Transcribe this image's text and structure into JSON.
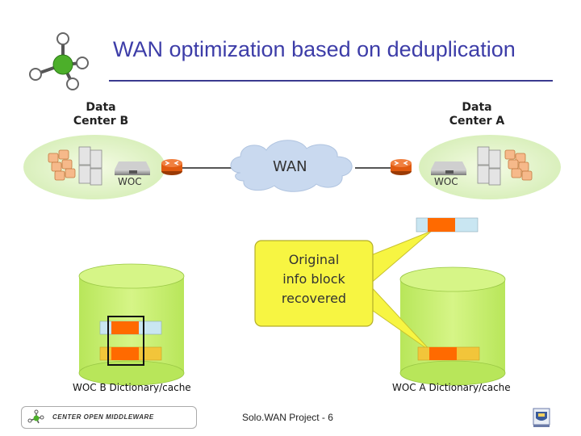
{
  "slide": {
    "title": "WAN optimization based on deduplication"
  },
  "data_center_b": {
    "label_line1": "Data",
    "label_line2": "Center B",
    "woc_label": "WOC"
  },
  "data_center_a": {
    "label_line1": "Data",
    "label_line2": "Center A",
    "woc_label": "WOC"
  },
  "wan": {
    "label": "WAN"
  },
  "callout": {
    "line1": "Original",
    "line2": "info block",
    "line3": "recovered"
  },
  "caches": {
    "left_label": "WOC B Dictionary/cache",
    "right_label": "WOC A Dictionary/cache"
  },
  "footer": {
    "logo_text": "CENTER OPEN MIDDLEWARE",
    "center_text": "Solo.WAN Project - 6"
  },
  "colors": {
    "title": "#3d3da8",
    "cylinder": "#c8f06a",
    "cloud": "#c9d9ef",
    "callout": "#f7f542",
    "block_orange": "#ff6a00",
    "block_blue": "#c9e6f2",
    "block_yellow": "#f2c53a",
    "router": "#e05a10"
  }
}
